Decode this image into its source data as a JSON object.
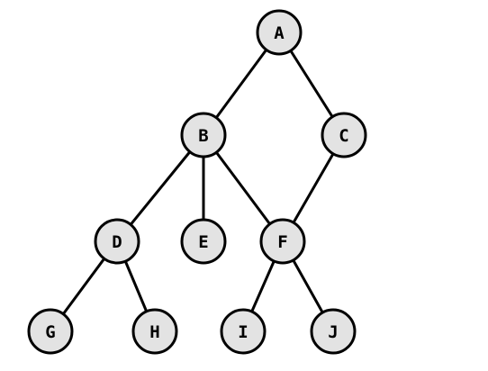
{
  "graph": {
    "nodes": [
      {
        "id": "A",
        "label": "A"
      },
      {
        "id": "B",
        "label": "B"
      },
      {
        "id": "C",
        "label": "C"
      },
      {
        "id": "D",
        "label": "D"
      },
      {
        "id": "E",
        "label": "E"
      },
      {
        "id": "F",
        "label": "F"
      },
      {
        "id": "G",
        "label": "G"
      },
      {
        "id": "H",
        "label": "H"
      },
      {
        "id": "I",
        "label": "I"
      },
      {
        "id": "J",
        "label": "J"
      }
    ],
    "edges": [
      {
        "from": "A",
        "to": "B"
      },
      {
        "from": "A",
        "to": "C"
      },
      {
        "from": "B",
        "to": "D"
      },
      {
        "from": "B",
        "to": "E"
      },
      {
        "from": "B",
        "to": "F"
      },
      {
        "from": "C",
        "to": "F"
      },
      {
        "from": "D",
        "to": "G"
      },
      {
        "from": "D",
        "to": "H"
      },
      {
        "from": "F",
        "to": "I"
      },
      {
        "from": "F",
        "to": "J"
      }
    ],
    "colors": {
      "node_fill": "#e3e3e3",
      "stroke": "#000000",
      "background": "#ffffff"
    }
  }
}
